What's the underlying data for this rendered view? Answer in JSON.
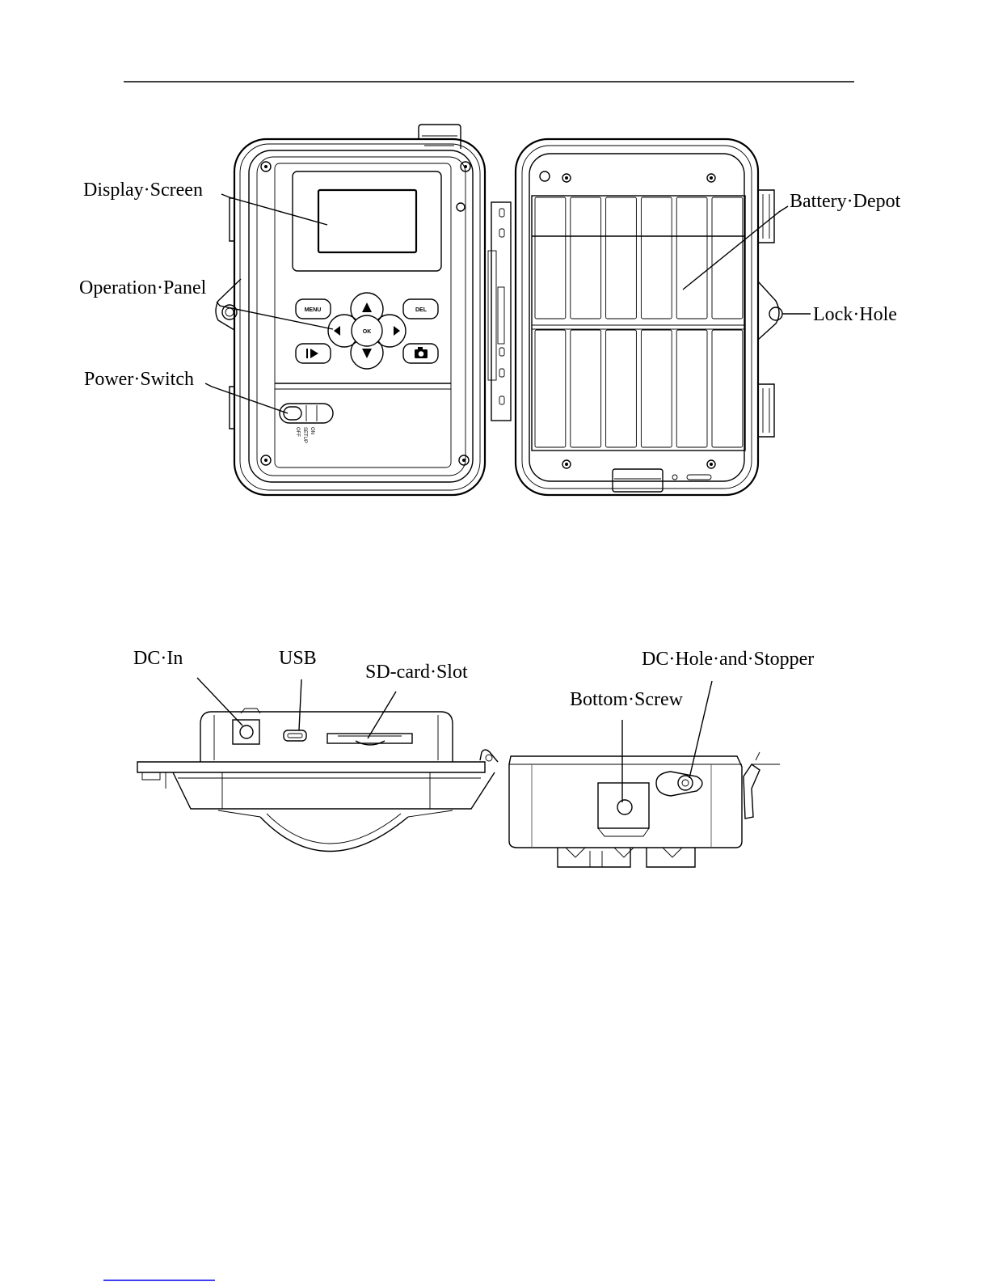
{
  "front_view": {
    "labels": {
      "display_screen": "Display·Screen",
      "operation_panel": "Operation·Panel",
      "power_switch": "Power·Switch",
      "battery_depot": "Battery·Depot",
      "lock_hole": "Lock·Hole"
    },
    "buttons": {
      "menu": "MENU",
      "del": "DEL",
      "ok": "OK"
    },
    "switch_positions": [
      "OFF",
      "SETUP",
      "ON"
    ]
  },
  "bottom_view": {
    "labels": {
      "dc_in": "DC·In",
      "usb": "USB",
      "sd_card_slot": "SD-card·Slot",
      "bottom_screw": "Bottom·Screw",
      "dc_hole_stopper": "DC·Hole·and·Stopper"
    }
  },
  "colors": {
    "line": "#000000",
    "link_underline": "#0000ee"
  }
}
